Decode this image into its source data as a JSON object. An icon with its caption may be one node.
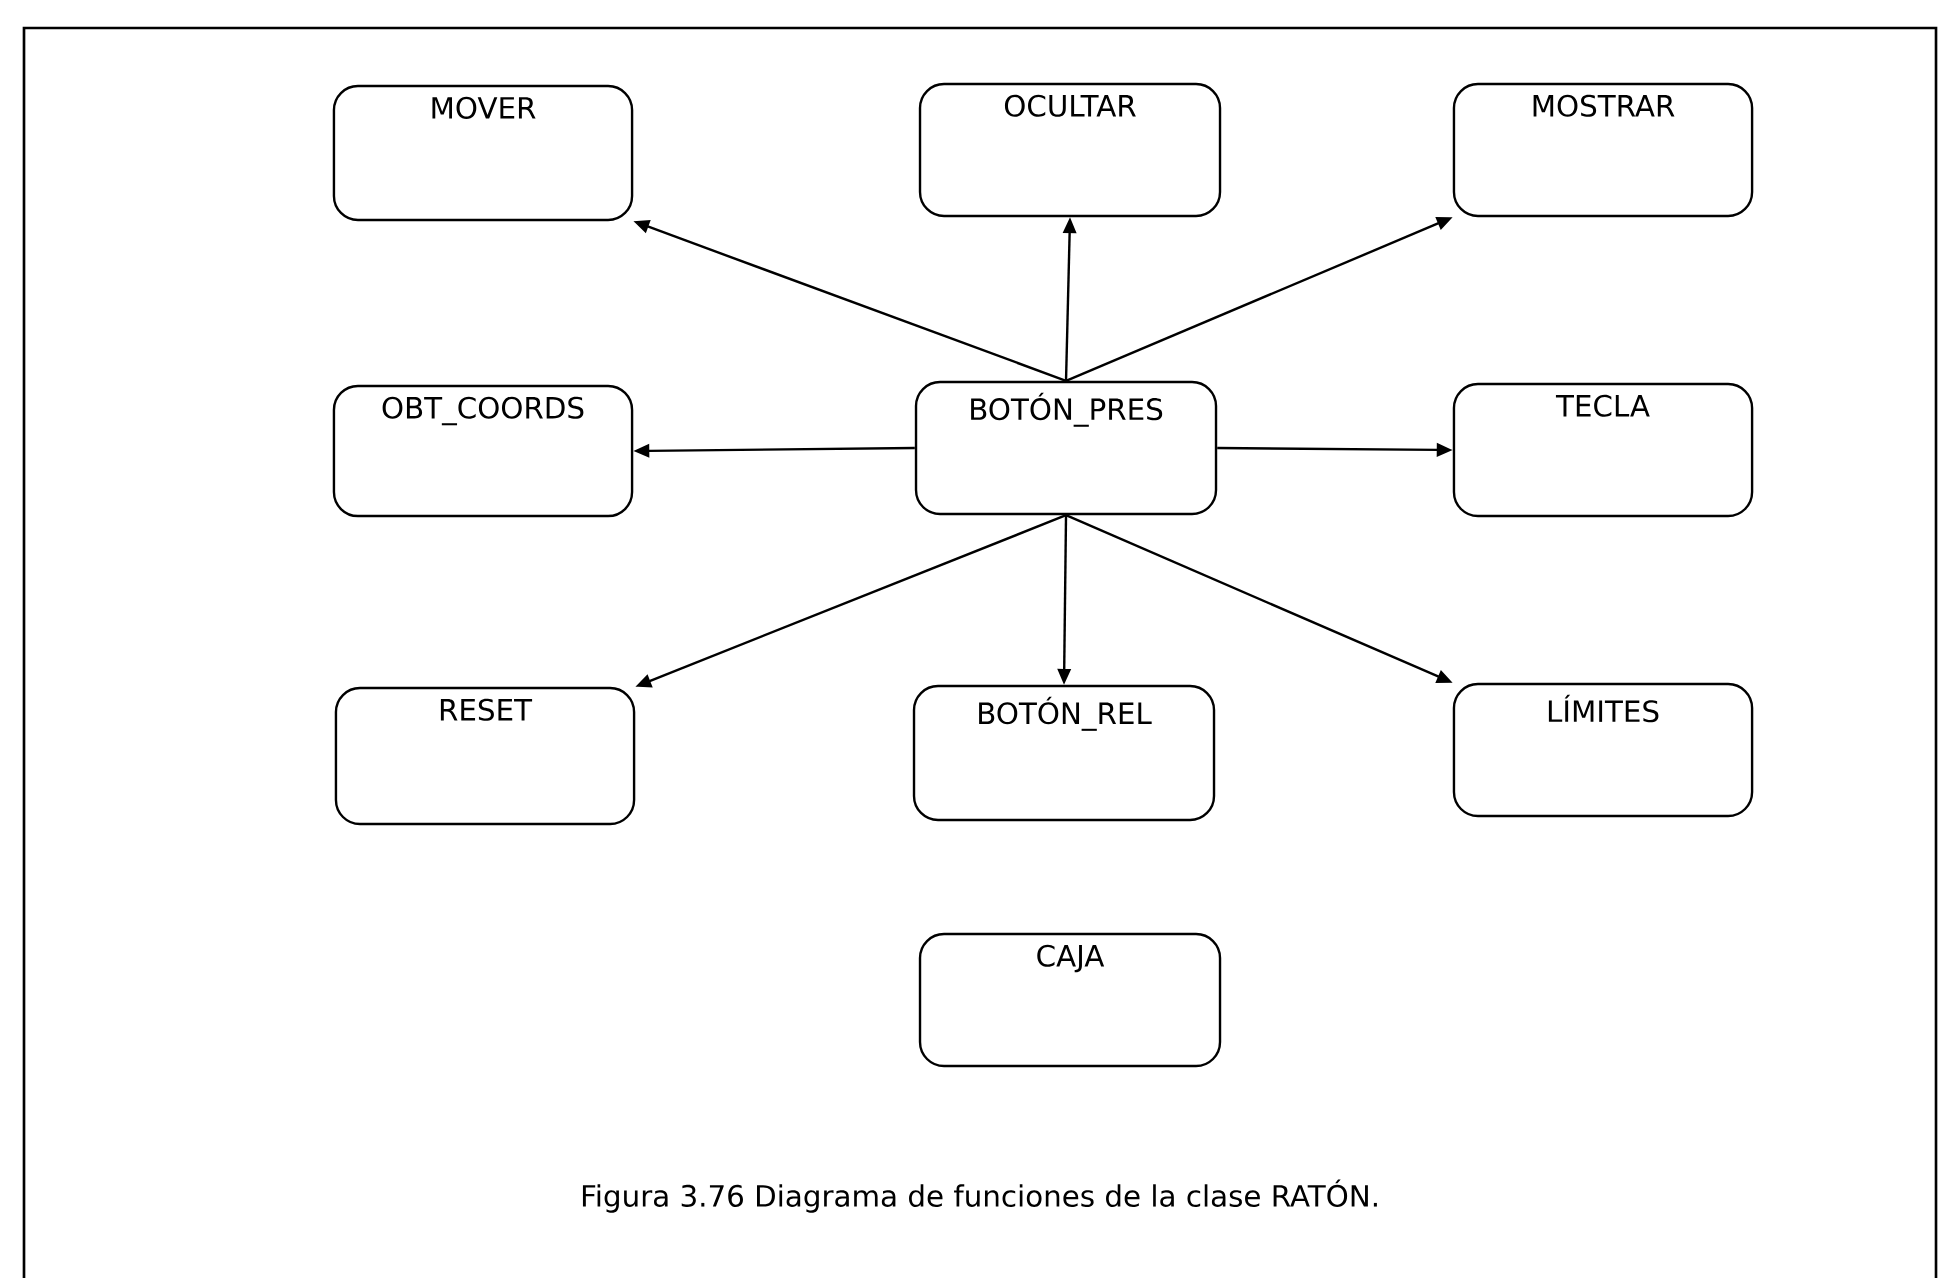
{
  "diagram": {
    "caption": "Figura 3.76 Diagrama de funciones de la clase RATÓN.",
    "nodes": [
      {
        "text": [
          "MOVER"
        ]
      },
      {
        "text": [
          "OCULTAR"
        ]
      },
      {
        "text": [
          "MOSTRAR"
        ]
      },
      {
        "text": [
          "OBT_COORDS"
        ]
      },
      {
        "text": [
          "BOTÓN_PRES"
        ]
      },
      {
        "text": [
          "TECLA"
        ]
      },
      {
        "text": [
          "RESET"
        ]
      },
      {
        "text": [
          "BOTÓN_REL"
        ]
      },
      {
        "text": [
          "LÍMITES"
        ]
      },
      {
        "text": [
          "CAJA"
        ]
      }
    ],
    "edges": [
      {
        "from": 4,
        "to": 0,
        "arrow": "to"
      },
      {
        "from": 4,
        "to": 1,
        "arrow": "to"
      },
      {
        "from": 4,
        "to": 2,
        "arrow": "to"
      },
      {
        "from": 4,
        "to": 3,
        "arrow": "to"
      },
      {
        "from": 4,
        "to": 5,
        "arrow": "to"
      },
      {
        "from": 4,
        "to": 6,
        "arrow": "to"
      },
      {
        "from": 4,
        "to": 7,
        "arrow": "to"
      },
      {
        "from": 4,
        "to": 8,
        "arrow": "to"
      }
    ]
  }
}
